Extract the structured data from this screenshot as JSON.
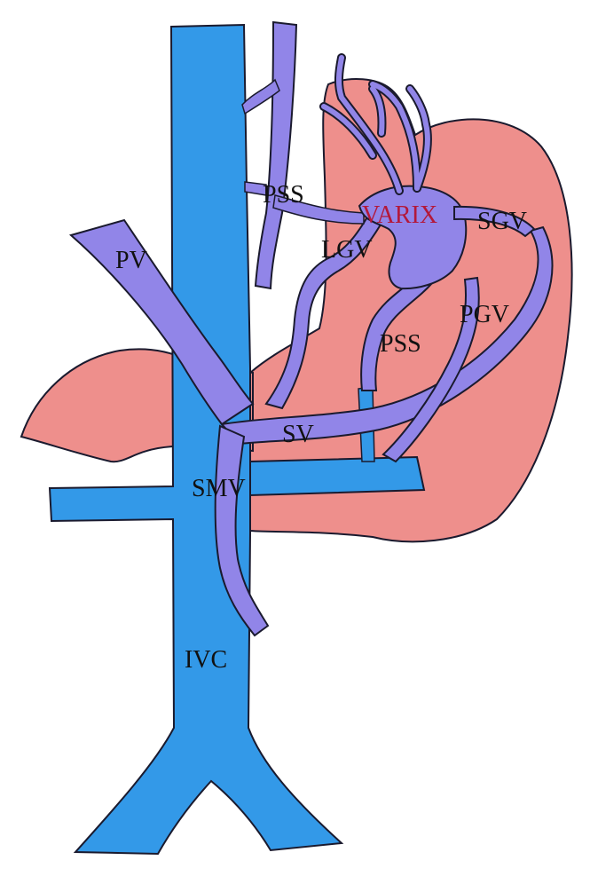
{
  "labels": {
    "pss_upper": "PSS",
    "varix": "VARIX",
    "sgv": "SGV",
    "pv": "PV",
    "lgv": "LGV",
    "pgv": "PGV",
    "pss_lower": "PSS",
    "sv": "SV",
    "smv": "SMV",
    "ivc": "IVC"
  },
  "colors": {
    "ivc_blue": "#3399e8",
    "portal_purple": "#9185e8",
    "organ_pink": "#ee8f8c",
    "outline": "#1a1a2e",
    "varix_text": "#b3183a",
    "label_text": "#111111"
  }
}
